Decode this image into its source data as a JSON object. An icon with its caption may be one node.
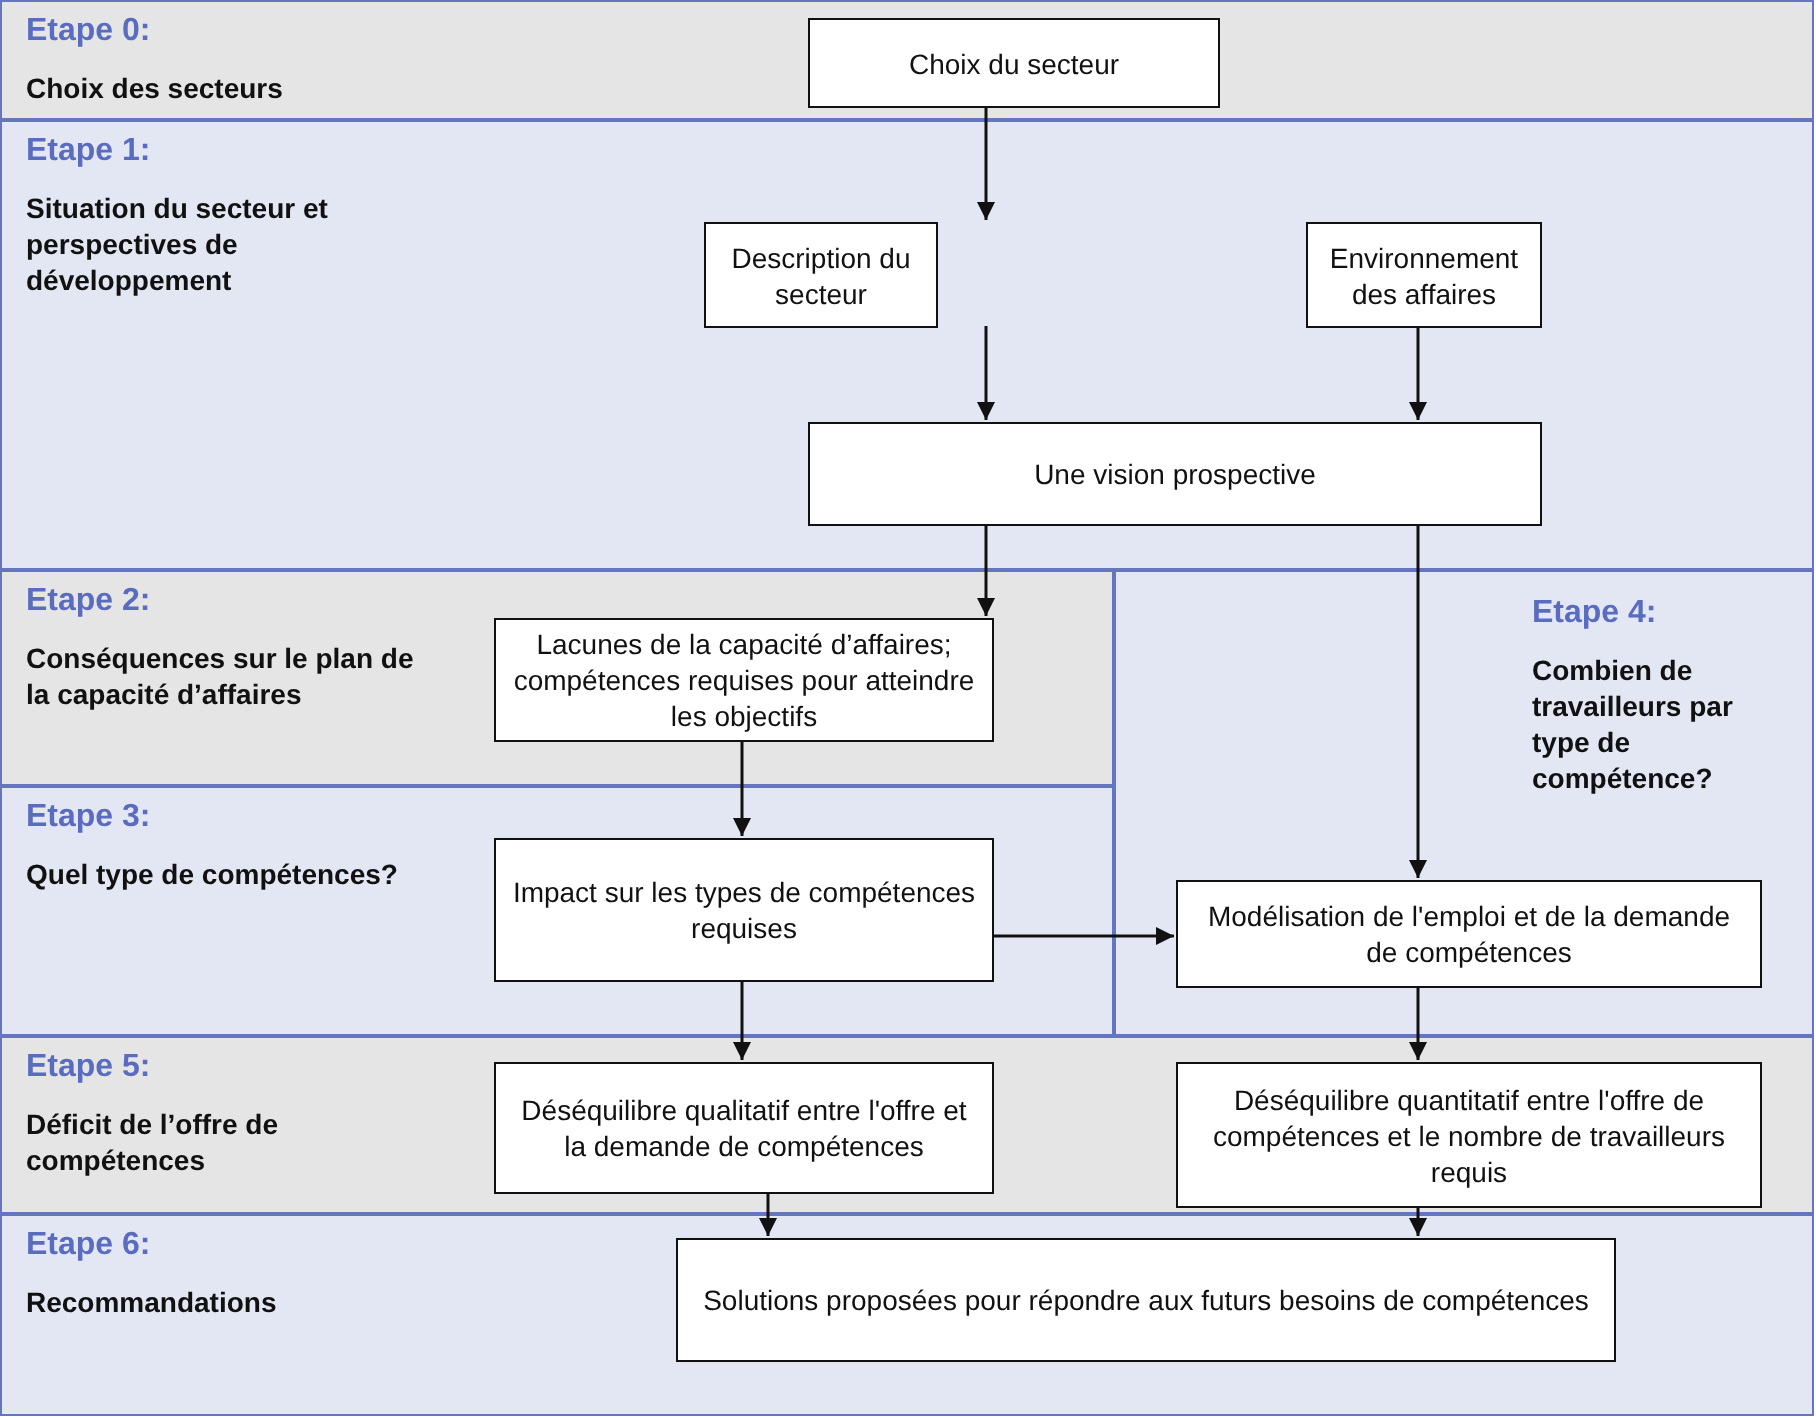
{
  "diagram": {
    "nodes": [
      {
        "text": [
          "Etape 0:",
          "Choix des secteurs"
        ]
      },
      {
        "text": [
          "Choix du secteur"
        ],
        "in": 0
      },
      {
        "text": [
          "Etape 1:",
          "Situation du secteur et perspectives de développement"
        ]
      },
      {
        "text": [
          "Description du secteur"
        ],
        "in": 2
      },
      {
        "text": [
          "Environnement des affaires"
        ],
        "in": 2
      },
      {
        "text": [
          "Une vision prospective"
        ],
        "in": 2
      },
      {
        "text": [
          "Etape 2:",
          "Conséquences sur le plan de la capacité d’affaires"
        ]
      },
      {
        "text": [
          "Lacunes de la capacité d’affaires; compétences requises pour atteindre les objectifs"
        ],
        "in": 6
      },
      {
        "text": [
          "Etape 4:",
          "Combien de travailleurs par type de compétence?"
        ]
      },
      {
        "text": [
          "Etape 3:",
          "Quel type de compétences?"
        ]
      },
      {
        "text": [
          "Impact sur les types de compétences requises"
        ],
        "in": 9
      },
      {
        "text": [
          "Modélisation de l'emploi et de la demande de compétences"
        ],
        "in": 8
      },
      {
        "text": [
          "Etape 5:",
          "Déficit de l’offre de compétences"
        ]
      },
      {
        "text": [
          "Déséquilibre qualitatif entre l'offre et la demande de compétences"
        ],
        "in": 12
      },
      {
        "text": [
          "Déséquilibre quantitatif entre l'offre de compétences et le nombre de travailleurs requis"
        ],
        "in": 12
      },
      {
        "text": [
          "Etape 6:",
          "Recommandations"
        ]
      },
      {
        "text": [
          "Solutions proposées pour répondre aux futurs besoins de compétences"
        ],
        "in": 15
      }
    ],
    "edges": [
      {
        "from": 1,
        "to": 3,
        "arrow": "to"
      },
      {
        "from": 3,
        "to": 5,
        "arrow": "to"
      },
      {
        "from": 4,
        "to": 5,
        "arrow": "to"
      },
      {
        "from": 5,
        "to": 7,
        "arrow": "to"
      },
      {
        "from": 5,
        "to": 11,
        "arrow": "to"
      },
      {
        "from": 7,
        "to": 10,
        "arrow": "to"
      },
      {
        "from": 10,
        "to": 11,
        "arrow": "to"
      },
      {
        "from": 10,
        "to": 13,
        "arrow": "to"
      },
      {
        "from": 11,
        "to": 14,
        "arrow": "to"
      },
      {
        "from": 13,
        "to": 16,
        "arrow": "to"
      },
      {
        "from": 14,
        "to": 16,
        "arrow": "to"
      }
    ]
  }
}
